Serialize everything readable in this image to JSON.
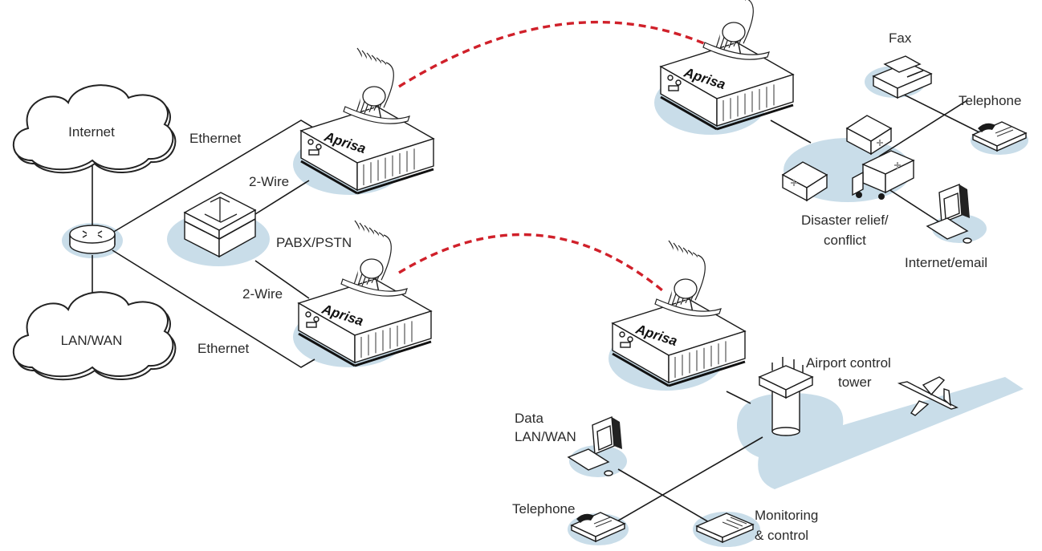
{
  "labels": {
    "internet": "Internet",
    "lan_wan": "LAN/WAN",
    "ethernet_top": "Ethernet",
    "ethernet_bottom": "Ethernet",
    "two_wire_top": "2-Wire",
    "two_wire_bottom": "2-Wire",
    "pabx_pstn": "PABX/PSTN",
    "fax": "Fax",
    "telephone_top": "Telephone",
    "disaster_relief_line1": "Disaster relief/",
    "disaster_relief_line2": "conflict",
    "internet_email": "Internet/email",
    "airport_line1": "Airport control",
    "airport_line2": "tower",
    "data_line1": "Data",
    "data_line2": "LAN/WAN",
    "telephone_bottom": "Telephone",
    "monitoring_line1": "Monitoring",
    "monitoring_line2": "& control"
  },
  "radio_brand": "Aprisa",
  "colors": {
    "radio_link": "#d0202a",
    "pad": "#c9dde9",
    "line": "#1a1a1a"
  }
}
